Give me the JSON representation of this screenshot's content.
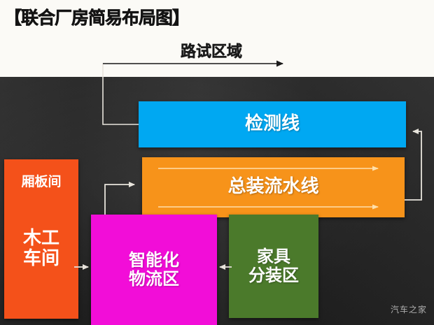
{
  "header": {
    "title": "【联合厂房简易布局图】",
    "roadtest_label": "路试区域"
  },
  "boxes": {
    "inspection": {
      "label": "检测线",
      "color": "#00a8f2"
    },
    "assembly": {
      "label": "总装流水线",
      "color": "#f7931a"
    },
    "woodshop": {
      "label_top": "厢板间",
      "label_main_1": "木工",
      "label_main_2": "车间",
      "color": "#f4511a"
    },
    "logistics": {
      "label_1": "智能化",
      "label_2": "物流区",
      "color": "#f20dd8"
    },
    "furniture": {
      "label_1": "家具",
      "label_2": "分装区",
      "color": "#4b7a2b"
    }
  },
  "connectors": [
    {
      "name": "inspection-to-roadtest",
      "from": "检测线",
      "to": "路试区域",
      "direction": "right"
    },
    {
      "name": "assembly-to-inspection",
      "from": "总装流水线",
      "to": "检测线",
      "direction": "left"
    },
    {
      "name": "logistics-to-assembly",
      "from": "智能化物流区",
      "to": "总装流水线",
      "direction": "right"
    },
    {
      "name": "woodshop-to-logistics",
      "from": "木工车间",
      "to": "智能化物流区",
      "direction": "right"
    },
    {
      "name": "furniture-to-logistics",
      "from": "家具分装区",
      "to": "智能化物流区",
      "direction": "left"
    },
    {
      "name": "assembly-flow-upper",
      "from": "总装流水线",
      "to": "总装流水线",
      "direction": "right"
    },
    {
      "name": "assembly-flow-lower",
      "from": "总装流水线",
      "to": "总装流水线",
      "direction": "right"
    }
  ],
  "watermark": "汽车之家",
  "palette": {
    "background_dark": "#262626",
    "header_light": "#fbfaf6",
    "connector_line": "#e8e4dc",
    "connector_line_dark": "#1b1b1b"
  }
}
